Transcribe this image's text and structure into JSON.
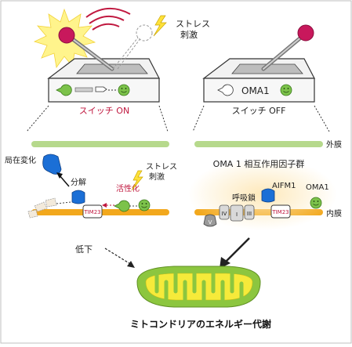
{
  "switch_on": {
    "stress_label": "ストレス",
    "stress_label2": "刺激",
    "caption": "スイッチ ON"
  },
  "switch_off": {
    "panel_label": "OMA1",
    "caption": "スイッチ OFF"
  },
  "left_detail": {
    "localization_change": "局在変化",
    "degradation": "分解",
    "activation": "活性化",
    "stress_label": "ストレス",
    "stress_label2": "刺激",
    "tim23": "TIM23"
  },
  "right_detail": {
    "outer_membrane": "外膜",
    "inner_membrane": "内膜",
    "interactor_group": "OMA 1 相互作用因子群",
    "aifm1": "AIFM1",
    "oma1": "OMA1",
    "respiratory_chain": "呼吸鎖",
    "complex_iv": "IV",
    "complex_i": "I",
    "complex_iii": "III",
    "complex_v": "V",
    "tim23": "TIM23"
  },
  "bottom": {
    "decrease": "低下",
    "title": "ミトコンドリアのエネルギー代謝"
  },
  "colors": {
    "membrane_green": "#b6d98c",
    "membrane_orange": "#f2a81d",
    "oma1_green": "#7cc24a",
    "protein_blue": "#1b6fd6",
    "lever_knob": "#c8185c",
    "activation_red": "#c0183f",
    "mito_outer": "#8cc63f",
    "mito_inner": "#f6ea3a"
  }
}
